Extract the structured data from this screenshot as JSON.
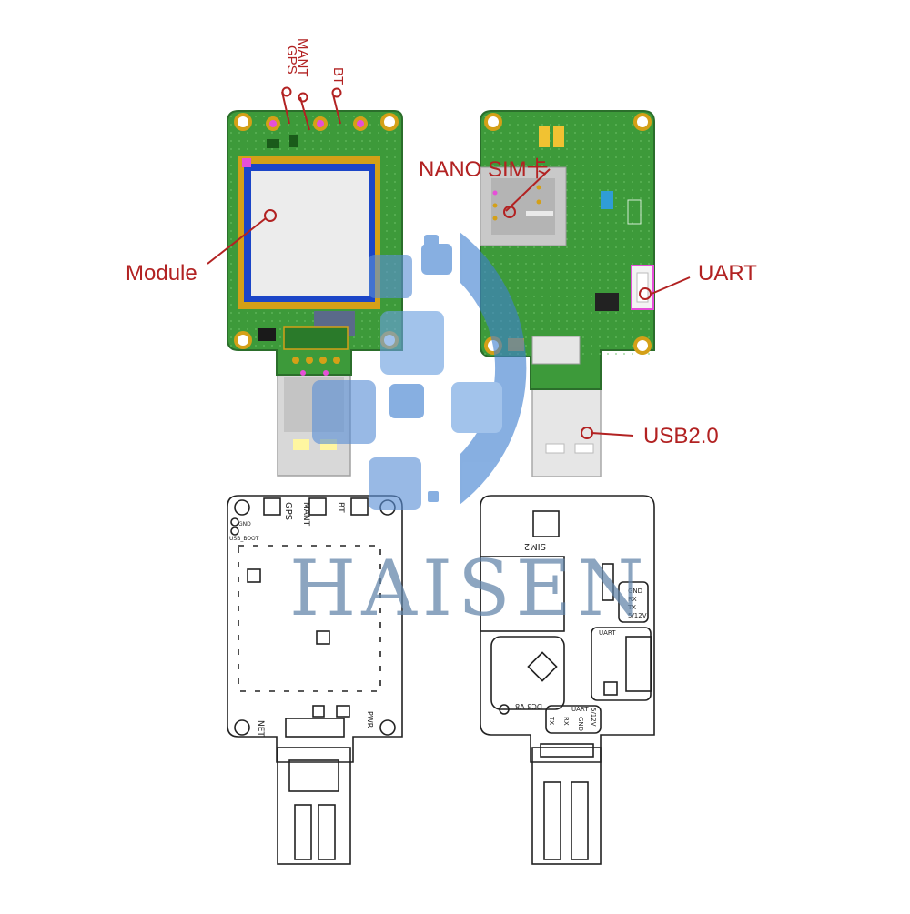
{
  "callouts": {
    "gps": "GPS",
    "mant": "MANT",
    "bt": "BT",
    "nano_sim": "NANO SIM卡",
    "module": "Module",
    "uart": "UART",
    "usb": "USB2.0"
  },
  "watermark": "HAISEN",
  "front_outline": {
    "gps": "GPS",
    "mant": "MANT",
    "bt": "BT",
    "gnd": "GND",
    "usb_boot": "USB_BOOT",
    "net": "NET",
    "pwr": "PWR"
  },
  "back_outline": {
    "sim2": "SIM2",
    "gnd": "GND",
    "rx": "RX",
    "tx": "TX",
    "v512": "5/12V",
    "uart": "UART",
    "dc": "DC3 V8",
    "uart2": "UART",
    "tx2": "TX",
    "rx2": "RX",
    "gnd2": "GND",
    "v5122": "5/12V"
  },
  "colors": {
    "pcb_green": "#3d9a3a",
    "pcb_dark": "#2a7a2a",
    "pad_gold": "#d4a017",
    "callout_red": "#b22222",
    "watermark_blue": "#5a86b8"
  }
}
